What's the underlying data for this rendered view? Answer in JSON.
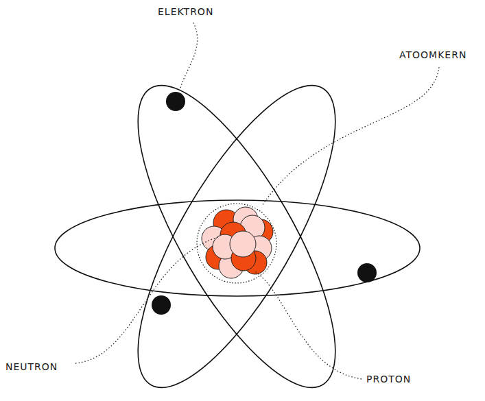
{
  "diagram": {
    "labels": [
      "ELEKTRON",
      "ATOOMKERN",
      "NEUTRON",
      "PROTON"
    ]
  }
}
